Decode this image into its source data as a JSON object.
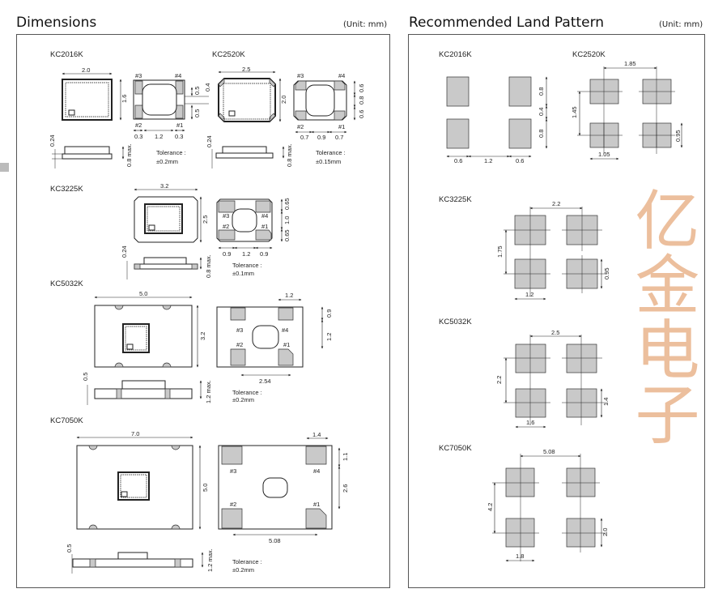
{
  "watermark": "亿金电子",
  "dimensions": {
    "title": "Dimensions",
    "unit": "(Unit: mm)",
    "tolerance_label": "Tolerance :",
    "kc2016k": {
      "name": "KC2016K",
      "w": "2.0",
      "h": "1.6",
      "pad_h": "0.5",
      "gap": "0.4",
      "pad_w": "0.3",
      "pitch": "1.2",
      "h_top": "0.24",
      "h_max": "0.8 max.",
      "tolerance": "±0.2mm",
      "pins": [
        "#3",
        "#4",
        "#2",
        "#1"
      ]
    },
    "kc2520k": {
      "name": "KC2520K",
      "w": "2.5",
      "h": "2.0",
      "pad_h": "0.6",
      "gap": "0.8",
      "pad_w": "0.7",
      "pitch": "0.9",
      "h_top": "0.24",
      "h_max": "0.8 max.",
      "tolerance": "±0.15mm",
      "pins": [
        "#3",
        "#4",
        "#2",
        "#1"
      ]
    },
    "kc3225k": {
      "name": "KC3225K",
      "w": "3.2",
      "h": "2.5",
      "pad_h": "0.65",
      "gap": "1.0",
      "pad_w": "0.9",
      "pitch": "1.2",
      "h_top": "0.24",
      "h_max": "0.8 max.",
      "tolerance": "±0.1mm",
      "pins": [
        "#3",
        "#4",
        "#2",
        "#1"
      ]
    },
    "kc5032k": {
      "name": "KC5032K",
      "w": "5.0",
      "h": "3.2",
      "pad_w": "1.2",
      "pad_h": "0.9",
      "gap": "1.2",
      "pitch": "2.54",
      "h_top": "0.5",
      "h_max": "1.2 max.",
      "tolerance": "±0.2mm",
      "pins": [
        "#3",
        "#4",
        "#2",
        "#1"
      ]
    },
    "kc7050k": {
      "name": "KC7050K",
      "w": "7.0",
      "h": "5.0",
      "pad_w": "1.4",
      "pad_h": "1.1",
      "gap": "2.6",
      "pitch": "5.08",
      "h_top": "0.5",
      "h_max": "1.2 max.",
      "tolerance": "±0.2mm",
      "pins": [
        "#3",
        "#4",
        "#2",
        "#1"
      ]
    }
  },
  "land_pattern": {
    "title": "Recommended Land Pattern",
    "unit": "(Unit: mm)",
    "kc2016k": {
      "name": "KC2016K",
      "pad_h": "0.8",
      "gap": "0.4",
      "pad_w": "0.6",
      "spacing": "1.2"
    },
    "kc2520k": {
      "name": "KC2520K",
      "pitch_x": "1.85",
      "pitch_y": "1.45",
      "pad_w": "1.05",
      "pad_h": "0.95"
    },
    "kc3225k": {
      "name": "KC3225K",
      "pitch_x": "2.2",
      "pitch_y": "1.75",
      "pad_w": "1.2",
      "pad_h": "0.95"
    },
    "kc5032k": {
      "name": "KC5032K",
      "pitch_x": "2.5",
      "pitch_y": "2.2",
      "pad_w": "1.6",
      "pad_h": "1.4"
    },
    "kc7050k": {
      "name": "KC7050K",
      "pitch_x": "5.08",
      "pitch_y": "4.2",
      "pad_w": "1.8",
      "pad_h": "2.0"
    }
  }
}
